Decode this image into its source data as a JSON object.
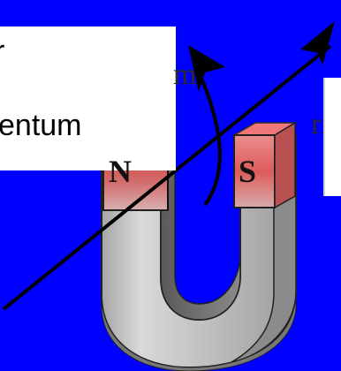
{
  "caption_left": {
    "line1": "r",
    "line2": "entum"
  },
  "magnet": {
    "north_label": "N",
    "south_label": "S"
  },
  "partial_letters": {
    "arc_letter": "m",
    "right_letter": "r"
  },
  "colors": {
    "background": "#0000ff",
    "magnet_body": "#c7c7c7",
    "magnet_shadow": "#6d6d6d",
    "pole_red": "#d14a4a",
    "arrow": "#000000"
  }
}
